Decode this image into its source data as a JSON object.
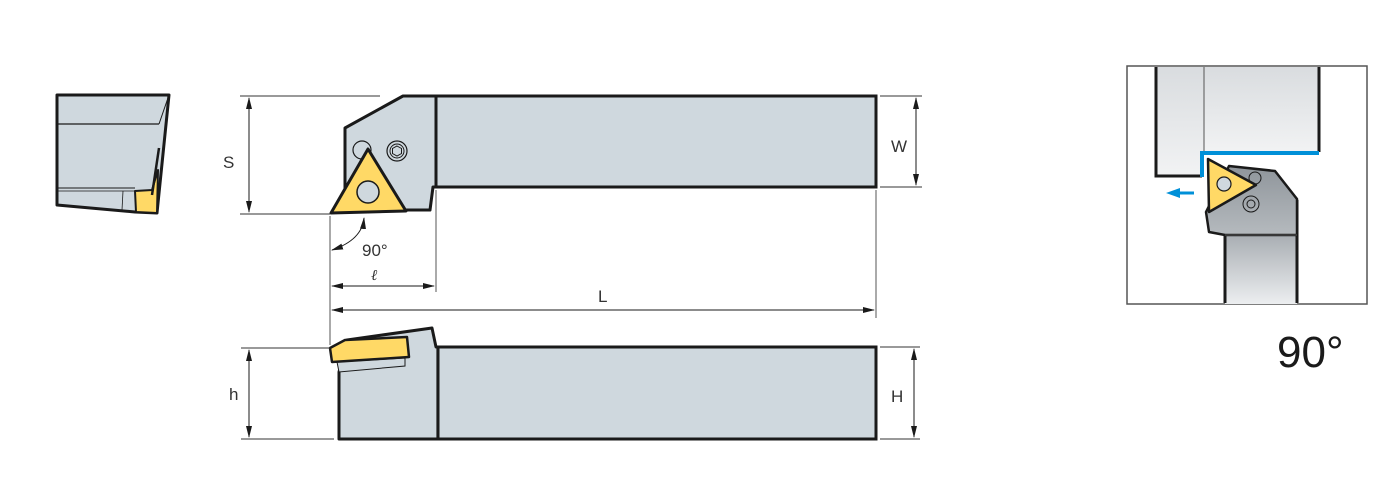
{
  "diagram": {
    "title": "Turning tool holder dimension drawing",
    "colors": {
      "body": "#cfd8de",
      "insert": "#ffd966",
      "outline": "#1a1a1a",
      "dimension_line": "#333333",
      "workpiece_cut": "#0090d8",
      "holder_dark": "#9a9ea3"
    },
    "dimensions": {
      "S": "S",
      "W": "W",
      "L": "L",
      "ell": "ℓ",
      "h": "h",
      "H": "H",
      "angle": "90°"
    },
    "application_view": {
      "approach_angle": "90°",
      "feed_direction": "arrow-left"
    },
    "views": [
      "end-view",
      "top-view",
      "side-view",
      "application-view"
    ]
  }
}
